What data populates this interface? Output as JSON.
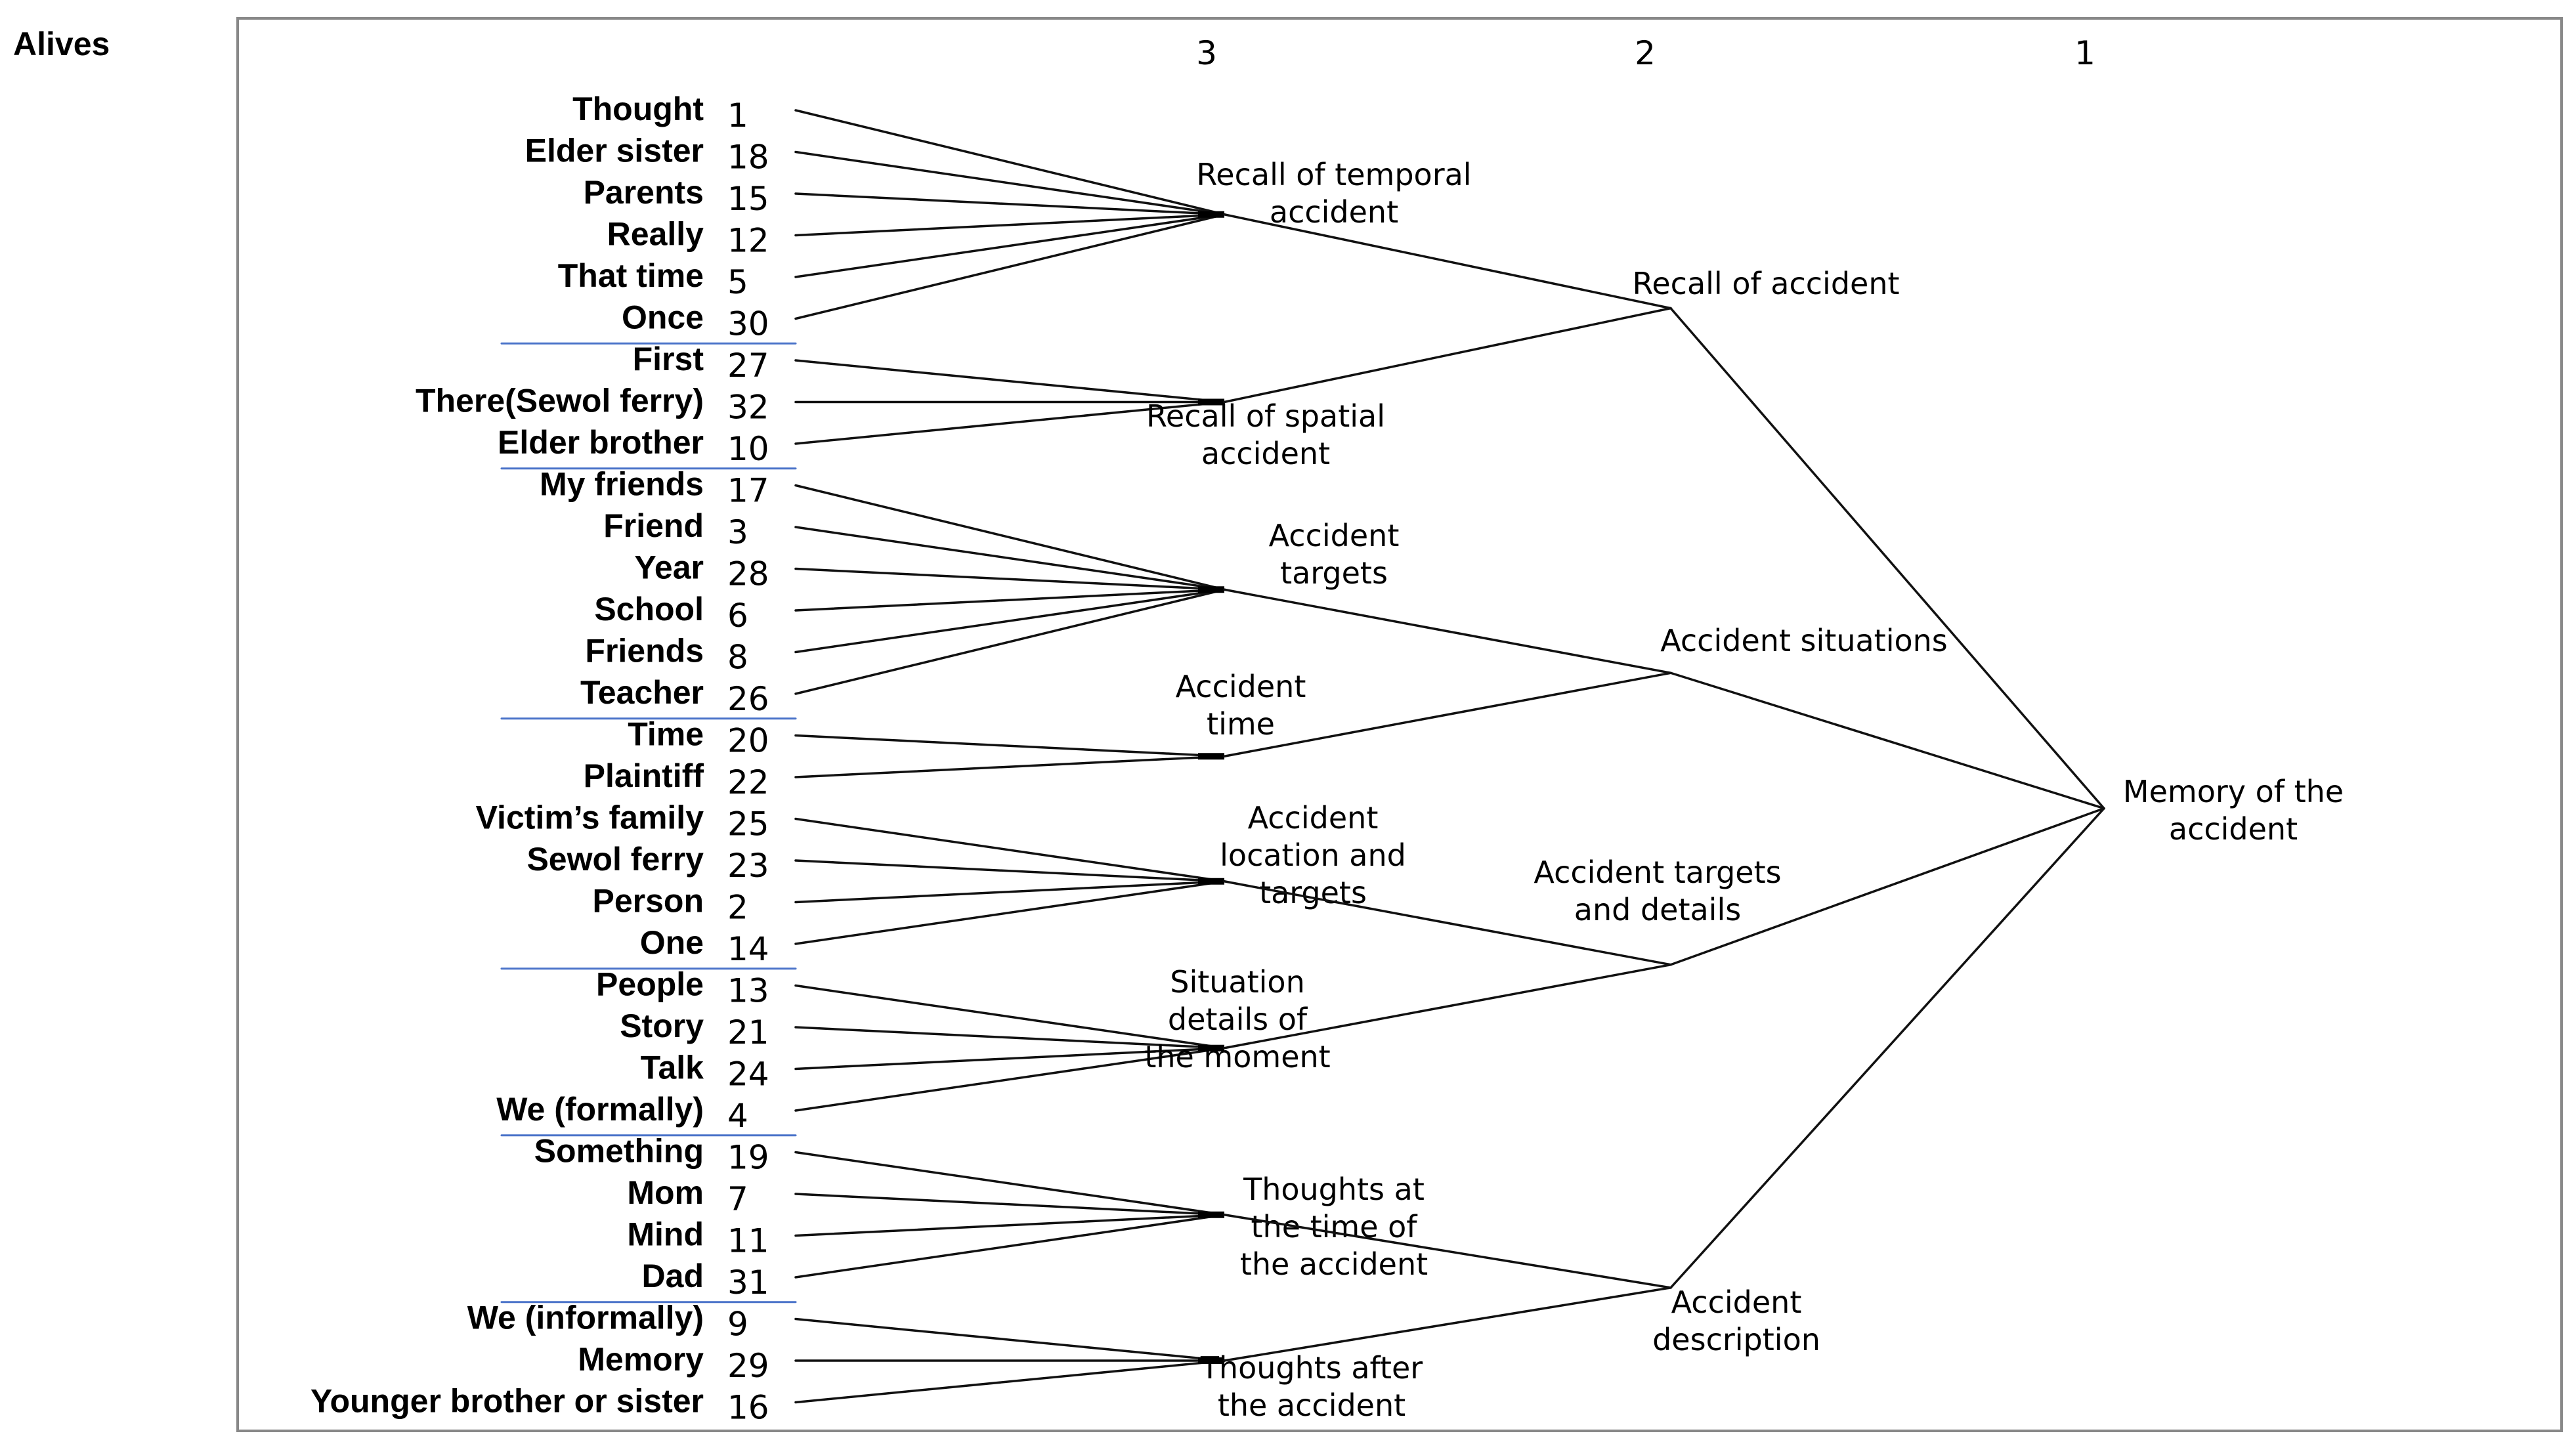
{
  "side_title": "Alives",
  "level_labels": [
    "3",
    "2",
    "1"
  ],
  "leaves": [
    {
      "word": "Thought",
      "num": "1"
    },
    {
      "word": "Elder sister",
      "num": "18"
    },
    {
      "word": "Parents",
      "num": "15"
    },
    {
      "word": "Really",
      "num": "12"
    },
    {
      "word": "That time",
      "num": "5"
    },
    {
      "word": "Once",
      "num": "30"
    },
    {
      "word": "First",
      "num": "27"
    },
    {
      "word": "There(Sewol ferry)",
      "num": "32"
    },
    {
      "word": "Elder brother",
      "num": "10"
    },
    {
      "word": "My friends",
      "num": "17"
    },
    {
      "word": "Friend",
      "num": "3"
    },
    {
      "word": "Year",
      "num": "28"
    },
    {
      "word": "School",
      "num": "6"
    },
    {
      "word": "Friends",
      "num": "8"
    },
    {
      "word": "Teacher",
      "num": "26"
    },
    {
      "word": "Time",
      "num": "20"
    },
    {
      "word": "Plaintiff",
      "num": "22"
    },
    {
      "word": "Victim’s family",
      "num": "25"
    },
    {
      "word": "Sewol ferry",
      "num": "23"
    },
    {
      "word": "Person",
      "num": "2"
    },
    {
      "word": "One",
      "num": "14"
    },
    {
      "word": "People",
      "num": "13"
    },
    {
      "word": "Story",
      "num": "21"
    },
    {
      "word": "Talk",
      "num": "24"
    },
    {
      "word": "We (formally)",
      "num": "4"
    },
    {
      "word": "Something",
      "num": "19"
    },
    {
      "word": "Mom",
      "num": "7"
    },
    {
      "word": "Mind",
      "num": "11"
    },
    {
      "word": "Dad",
      "num": "31"
    },
    {
      "word": "We (informally)",
      "num": "9"
    },
    {
      "word": "Memory",
      "num": "29"
    },
    {
      "word": "Younger brother or sister",
      "num": "16"
    }
  ],
  "clusters3": [
    {
      "lines": [
        "Recall of temporal",
        "accident"
      ],
      "leaves": [
        0,
        1,
        2,
        3,
        4,
        5
      ]
    },
    {
      "lines": [
        "Recall of spatial",
        "accident"
      ],
      "leaves": [
        6,
        7,
        8
      ]
    },
    {
      "lines": [
        "Accident",
        "targets"
      ],
      "leaves": [
        9,
        10,
        11,
        12,
        13,
        14
      ]
    },
    {
      "lines": [
        "Accident",
        "time"
      ],
      "leaves": [
        15,
        16
      ]
    },
    {
      "lines": [
        "Accident",
        "location and",
        "targets"
      ],
      "leaves": [
        17,
        18,
        19,
        20
      ]
    },
    {
      "lines": [
        "Situation",
        "details of",
        "the moment"
      ],
      "leaves": [
        21,
        22,
        23,
        24
      ]
    },
    {
      "lines": [
        "Thoughts at",
        "the time of",
        "the accident"
      ],
      "leaves": [
        25,
        26,
        27,
        28
      ]
    },
    {
      "lines": [
        "Thoughts after",
        "the accident"
      ],
      "leaves": [
        29,
        30,
        31
      ]
    }
  ],
  "clusters2": [
    {
      "lines": [
        "Recall of accident"
      ],
      "children": [
        0,
        1
      ]
    },
    {
      "lines": [
        "Accident situations"
      ],
      "children": [
        2,
        3
      ]
    },
    {
      "lines": [
        "Accident targets",
        "and details"
      ],
      "children": [
        4,
        5
      ]
    },
    {
      "lines": [
        "Accident",
        "description"
      ],
      "children": [
        6,
        7
      ]
    }
  ],
  "root": {
    "lines": [
      "Memory of the",
      "accident"
    ],
    "children": [
      0,
      1,
      2,
      3
    ]
  },
  "group_dividers_after": [
    5,
    8,
    14,
    20,
    24,
    28
  ]
}
